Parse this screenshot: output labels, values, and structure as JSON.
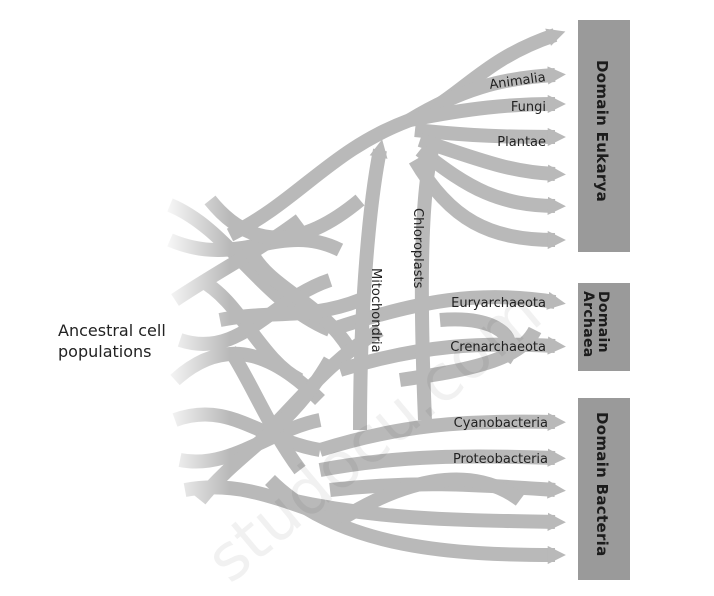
{
  "ancestral": {
    "line1": "Ancestral cell",
    "line2": "populations"
  },
  "domains": {
    "eukarya": "Domain Eukarya",
    "archaea_line1": "Domain",
    "archaea_line2": "Archaea",
    "bacteria": "Domain Bacteria"
  },
  "groups": {
    "animalia": "Animalia",
    "fungi": "Fungi",
    "plantae": "Plantae",
    "euryarchaeota": "Euryarchaeota",
    "crenarchaeota": "Crenarchaeota",
    "cyanobacteria": "Cyanobacteria",
    "proteobacteria": "Proteobacteria"
  },
  "transfers": {
    "mitochondria": "Mitochondria",
    "chloroplasts": "Chloroplasts"
  },
  "watermark": "studocu.com",
  "colors": {
    "band": "#b9b9b9",
    "box": "#9a9a9a",
    "background": "#ffffff"
  }
}
